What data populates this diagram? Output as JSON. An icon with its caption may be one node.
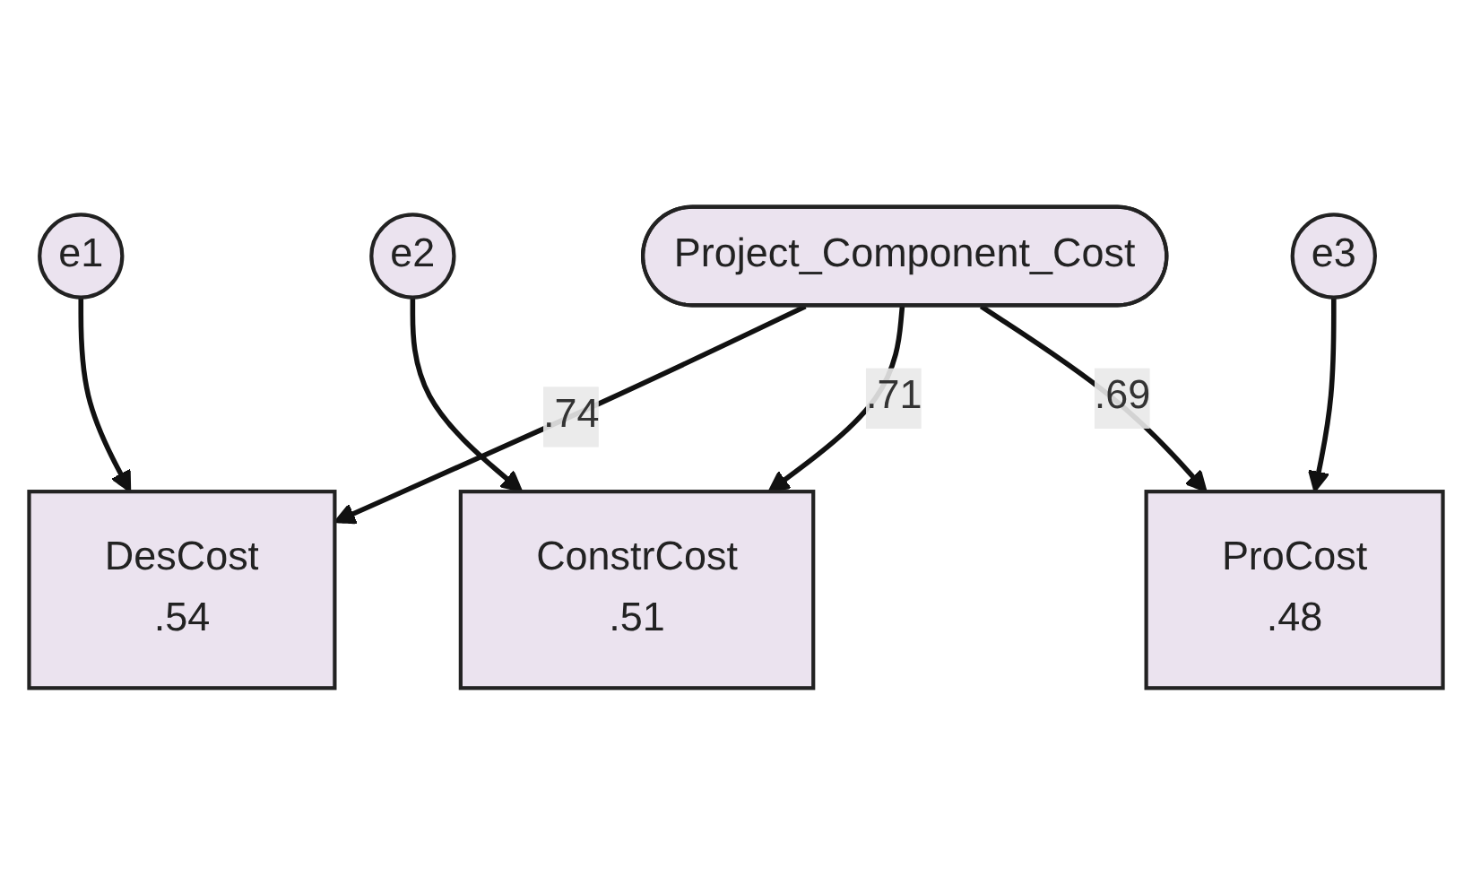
{
  "diagram": {
    "nodes": [
      {
        "text": [
          "e1"
        ]
      },
      {
        "text": [
          "e2"
        ]
      },
      {
        "text": [
          "e3"
        ]
      },
      {
        "text": [
          "DesCost",
          ".54"
        ]
      },
      {
        "text": [
          "ConstrCost",
          ".51"
        ]
      },
      {
        "text": [
          "ProCost",
          ".48"
        ]
      },
      {
        "text": [
          "Project_Component_Cost"
        ]
      }
    ],
    "edges": [
      {
        "from": 0,
        "to": 3,
        "arrow": "to"
      },
      {
        "from": 1,
        "to": 4,
        "arrow": "to"
      },
      {
        "from": 2,
        "to": 5,
        "arrow": "to"
      },
      {
        "from": 6,
        "to": 3,
        "arrow": "to",
        "label": ".74"
      },
      {
        "from": 6,
        "to": 4,
        "arrow": "to",
        "label": ".71"
      },
      {
        "from": 6,
        "to": 5,
        "arrow": "to",
        "label": ".69"
      }
    ]
  }
}
